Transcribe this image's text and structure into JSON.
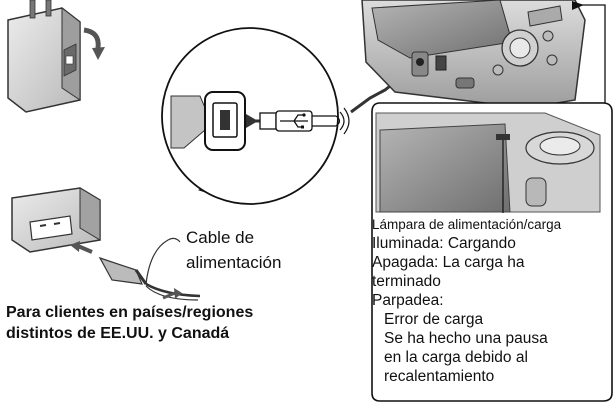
{
  "cable_label": {
    "line1": "Cable de",
    "line2": "alimentación"
  },
  "customer_note": {
    "line1": "Para clientes en países/regiones",
    "line2": "distintos de EE.UU. y Canadá"
  },
  "lamp_panel": {
    "title": "Lámpara de alimentación/carga",
    "lit": "Iluminada: Cargando",
    "off_1": "Apagada: La carga ha",
    "off_2": "terminado",
    "blinks": "Parpadea:",
    "err": "Error de carga",
    "pause_1": "Se ha hecho una pausa",
    "pause_2": "en la carga debido al",
    "pause_3": "recalentamiento"
  },
  "icons": {
    "usb_symbol": "usb-icon",
    "fold_arrow": "curved-arrow-icon",
    "plug_arrows": "arrow-icon"
  }
}
